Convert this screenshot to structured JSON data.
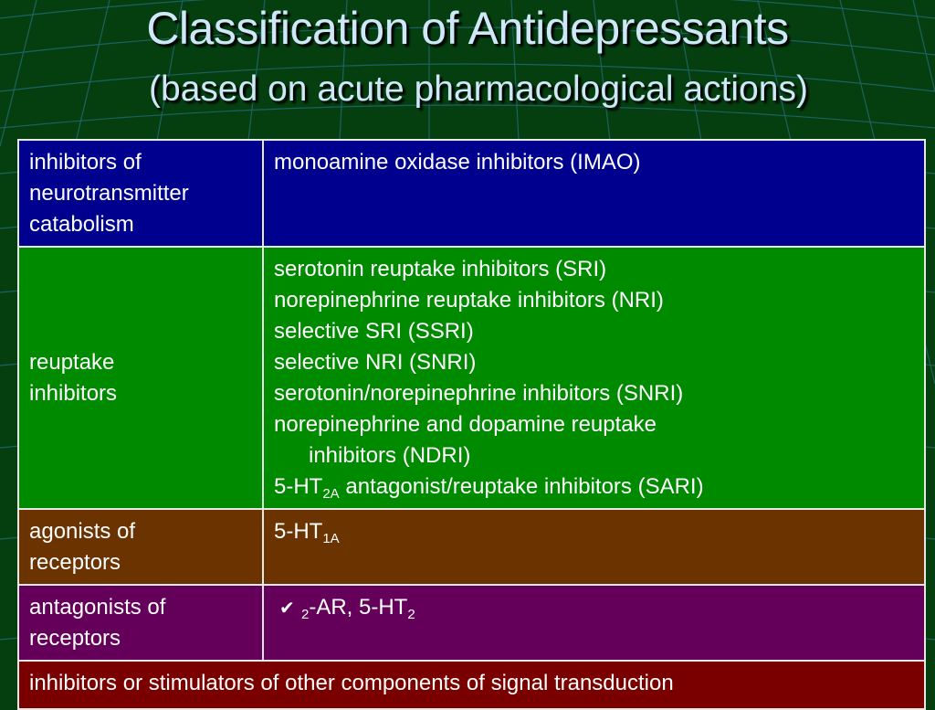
{
  "title": "Classification of Antidepressants",
  "subtitle": "(based on acute pharmacological actions)",
  "rows": [
    {
      "category": [
        "inhibitors of",
        "neurotransmitter",
        "catabolism"
      ],
      "items": [
        "monoamine oxidase inhibitors (IMAO)"
      ],
      "color": "#00008f"
    },
    {
      "category": [
        "reuptake",
        "inhibitors"
      ],
      "items": [
        "serotonin reuptake inhibitors (SRI)",
        "norepinephrine reuptake inhibitors (NRI)",
        "selective SRI (SSRI)",
        "selective NRI (SNRI)",
        "serotonin/norepinephrine inhibitors (SNRI)",
        "norepinephrine and dopamine reuptake",
        "inhibitors (NDRI)"
      ],
      "item8": {
        "prefix": "5-HT",
        "sub": "2A",
        "rest": " antagonist/reuptake inhibitors (SARI)"
      },
      "color": "#008a00"
    },
    {
      "category": [
        "agonists of",
        "receptors"
      ],
      "item": {
        "prefix": "5-HT",
        "sub": "1A"
      },
      "color": "#6b3300"
    },
    {
      "category": [
        "antagonists of",
        "receptors"
      ],
      "item": {
        "symbol": "✔",
        "sub1": "2",
        "middle": "-AR, 5-HT",
        "sub2": "2"
      },
      "color": "#65005a"
    },
    {
      "text": "inhibitors or stimulators of other components of signal transduction",
      "color": "#7a0000"
    }
  ]
}
